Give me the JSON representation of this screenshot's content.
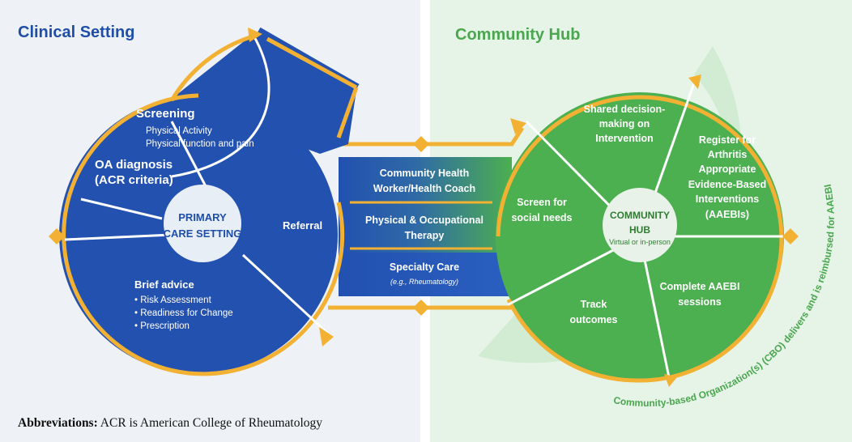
{
  "headings": {
    "clinical": "Clinical Setting",
    "community": "Community Hub"
  },
  "clinical": {
    "center_line1": "PRIMARY",
    "center_line2": "CARE SETTING",
    "screening_title": "Screening",
    "screening_items": [
      "Physical Activity",
      "Physical function and pain"
    ],
    "diagnosis_line1": "OA diagnosis",
    "diagnosis_line2": "(ACR criteria)",
    "referral": "Referral",
    "advice_title": "Brief advice",
    "advice_items": [
      "• Risk Assessment",
      "• Readiness for Change",
      "• Prescription"
    ]
  },
  "bridge": {
    "chw_line1": "Community Health",
    "chw_line2": "Worker/Health Coach",
    "pt_line1": "Physical & Occupational",
    "pt_line2": "Therapy",
    "specialty": "Specialty Care",
    "specialty_note": "(e.g., Rheumatology)"
  },
  "community": {
    "center_line1": "COMMUNITY",
    "center_line2": "HUB",
    "center_sub": "Virtual or in-person",
    "shared_line1": "Shared decision-",
    "shared_line2": "making on",
    "shared_line3": "Intervention",
    "register_line1": "Register for",
    "register_line2": "Arthritis",
    "register_line3": "Appropriate",
    "register_line4": "Evidence-Based",
    "register_line5": "Interventions",
    "register_line6": "(AAEBIs)",
    "screen_line1": "Screen for",
    "screen_line2": "social needs",
    "complete_line1": "Complete AAEBI",
    "complete_line2": "sessions",
    "track_line1": "Track",
    "track_line2": "outcomes",
    "cbo_band": "Community-based Organization(s) (CBO) delivers and is reimbursed for AAEBI"
  },
  "footer": {
    "abbr_label": "Abbreviations:",
    "abbr_text": "ACR is American College of Rheumatology"
  },
  "colors": {
    "clinical_bg": "#eef2f7",
    "community_bg": "#e6f4e7",
    "blue": "#2251b0",
    "green": "#4caf50",
    "gold": "#f2b132",
    "heading_blue": "#1f4ea8",
    "heading_green": "#4aa64f"
  }
}
